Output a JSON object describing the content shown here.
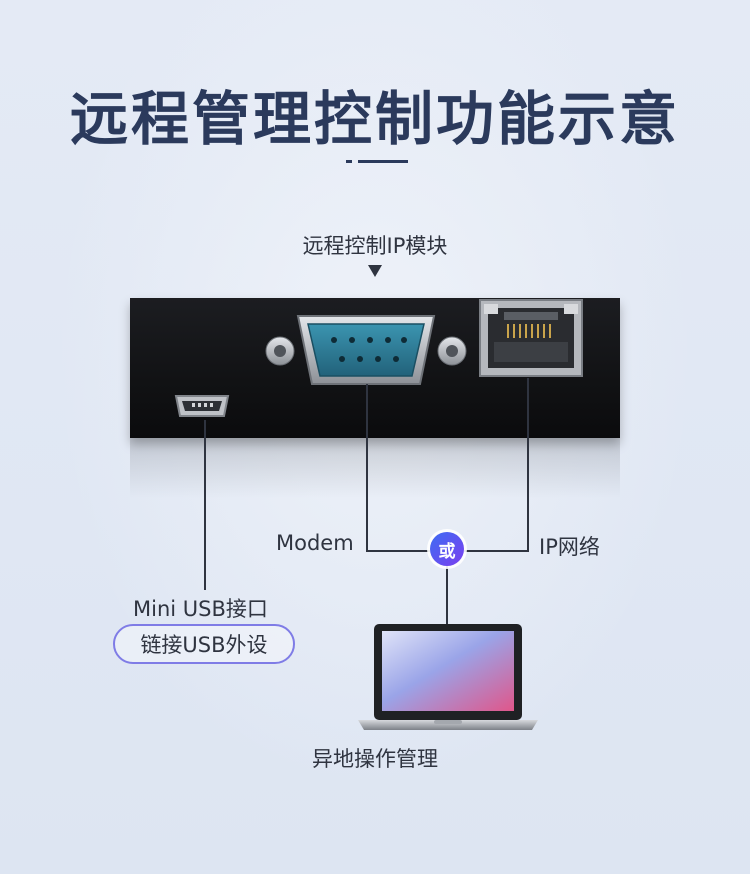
{
  "title": "远程管理控制功能示意",
  "module_label": "远程控制IP模块",
  "connections": {
    "modem": "Modem",
    "ip_network": "IP网络",
    "or": "或",
    "mini_usb": "Mini USB接口",
    "usb_peripheral": "链接USB外设",
    "remote_management": "异地操作管理"
  },
  "colors": {
    "title": "#2b3a5c",
    "background": "#e1e8f4",
    "badge_start": "#3d6df2",
    "badge_end": "#7b3ff0",
    "pill_border": "#7f7ce6",
    "serial_port_blue": "#2f7f9a"
  }
}
